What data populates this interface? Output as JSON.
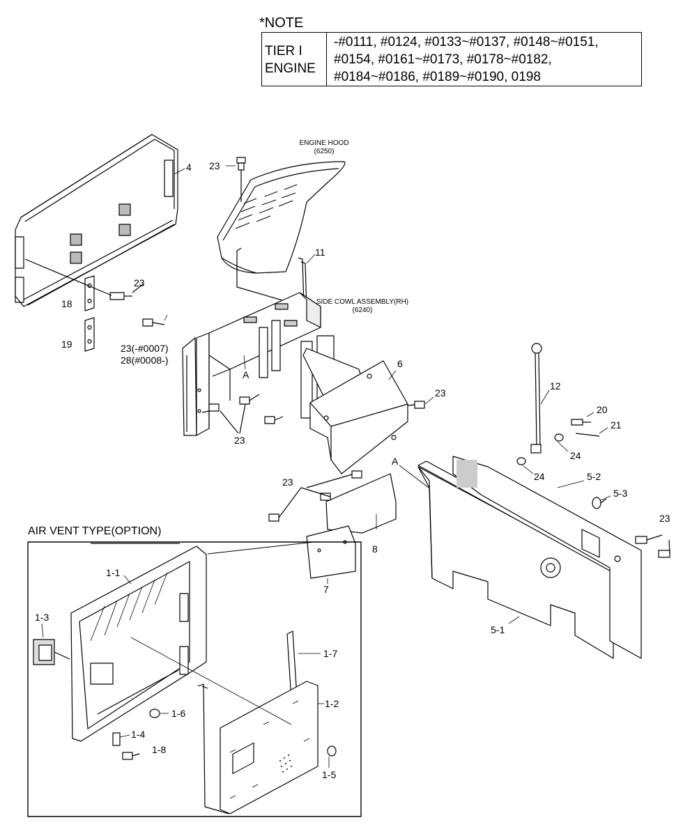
{
  "note": {
    "title": "*NOTE",
    "header_line1": "TIER I",
    "header_line2": "ENGINE",
    "lines": [
      "-#0111, #0124, #0133~#0137, #0148~#0151,",
      "#0154, #0161~#0173, #0178~#0182,",
      "#0184~#0186, #0189~#0190, 0198"
    ]
  },
  "titles": {
    "engine_hood": "ENGINE HOOD",
    "engine_hood_code": "(6250)",
    "side_cowl": "SIDE COWL ASSEMBLY(RH)",
    "side_cowl_code": "(6240)",
    "air_vent": "AIR VENT TYPE(OPTION)"
  },
  "callouts": {
    "c4": "4",
    "c23_top": "23",
    "c11": "11",
    "c23_left": "23",
    "c18": "18",
    "c19": "19",
    "c23_paren": "23(-#0007)",
    "c28_paren": "28(#0008-)",
    "cA1": "A",
    "c23_mid": "23",
    "c6": "6",
    "c23_right6": "23",
    "c12": "12",
    "c20": "20",
    "c21": "21",
    "c24a": "24",
    "c24b": "24",
    "cA2": "A",
    "c5_2": "5-2",
    "c5_3": "5-3",
    "c23_lower": "23",
    "c8": "8",
    "c7": "7",
    "c23_far": "23",
    "c5_1": "5-1",
    "c1_1": "1-1",
    "c1_3": "1-3",
    "c1_7": "1-7",
    "c1_2": "1-2",
    "c1_6": "1-6",
    "c1_4": "1-4",
    "c1_8": "1-8",
    "c1_5": "1-5"
  }
}
